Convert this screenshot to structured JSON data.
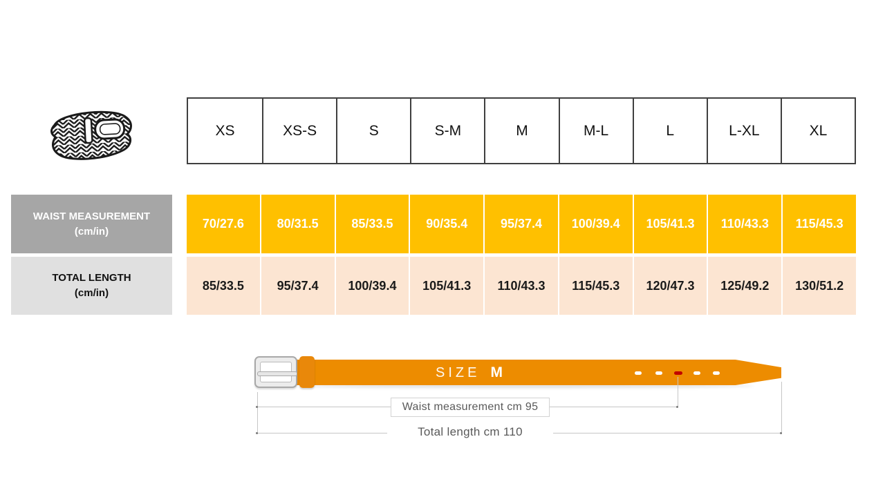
{
  "size_chart": {
    "sizes": [
      "XS",
      "XS-S",
      "S",
      "S-M",
      "M",
      "M-L",
      "L",
      "L-XL",
      "XL"
    ],
    "rows": [
      {
        "label": "WAIST MEASUREMENT",
        "unit": "(cm/in)",
        "values": [
          "70/27.6",
          "80/31.5",
          "85/33.5",
          "90/35.4",
          "95/37.4",
          "100/39.4",
          "105/41.3",
          "110/43.3",
          "115/45.3"
        ]
      },
      {
        "label": "TOTAL LENGTH",
        "unit": "(cm/in)",
        "values": [
          "85/33.5",
          "95/37.4",
          "100/39.4",
          "105/41.3",
          "110/43.3",
          "115/45.3",
          "120/47.3",
          "125/49.2",
          "130/51.2"
        ]
      }
    ]
  },
  "belt_diagram": {
    "size_label": "SIZE",
    "size_value": "M",
    "waist_annotation": "Waist measurement cm 95",
    "length_annotation": "Total length cm 110"
  },
  "colors": {
    "accent-orange": "#FFC000",
    "peach": "#FCE5D2",
    "gray-label": "#A6A6A6",
    "light-label": "#E0E0E0",
    "strap-orange": "#ED8C00",
    "hole-red": "#C00000",
    "annotation-gray": "#595959"
  }
}
